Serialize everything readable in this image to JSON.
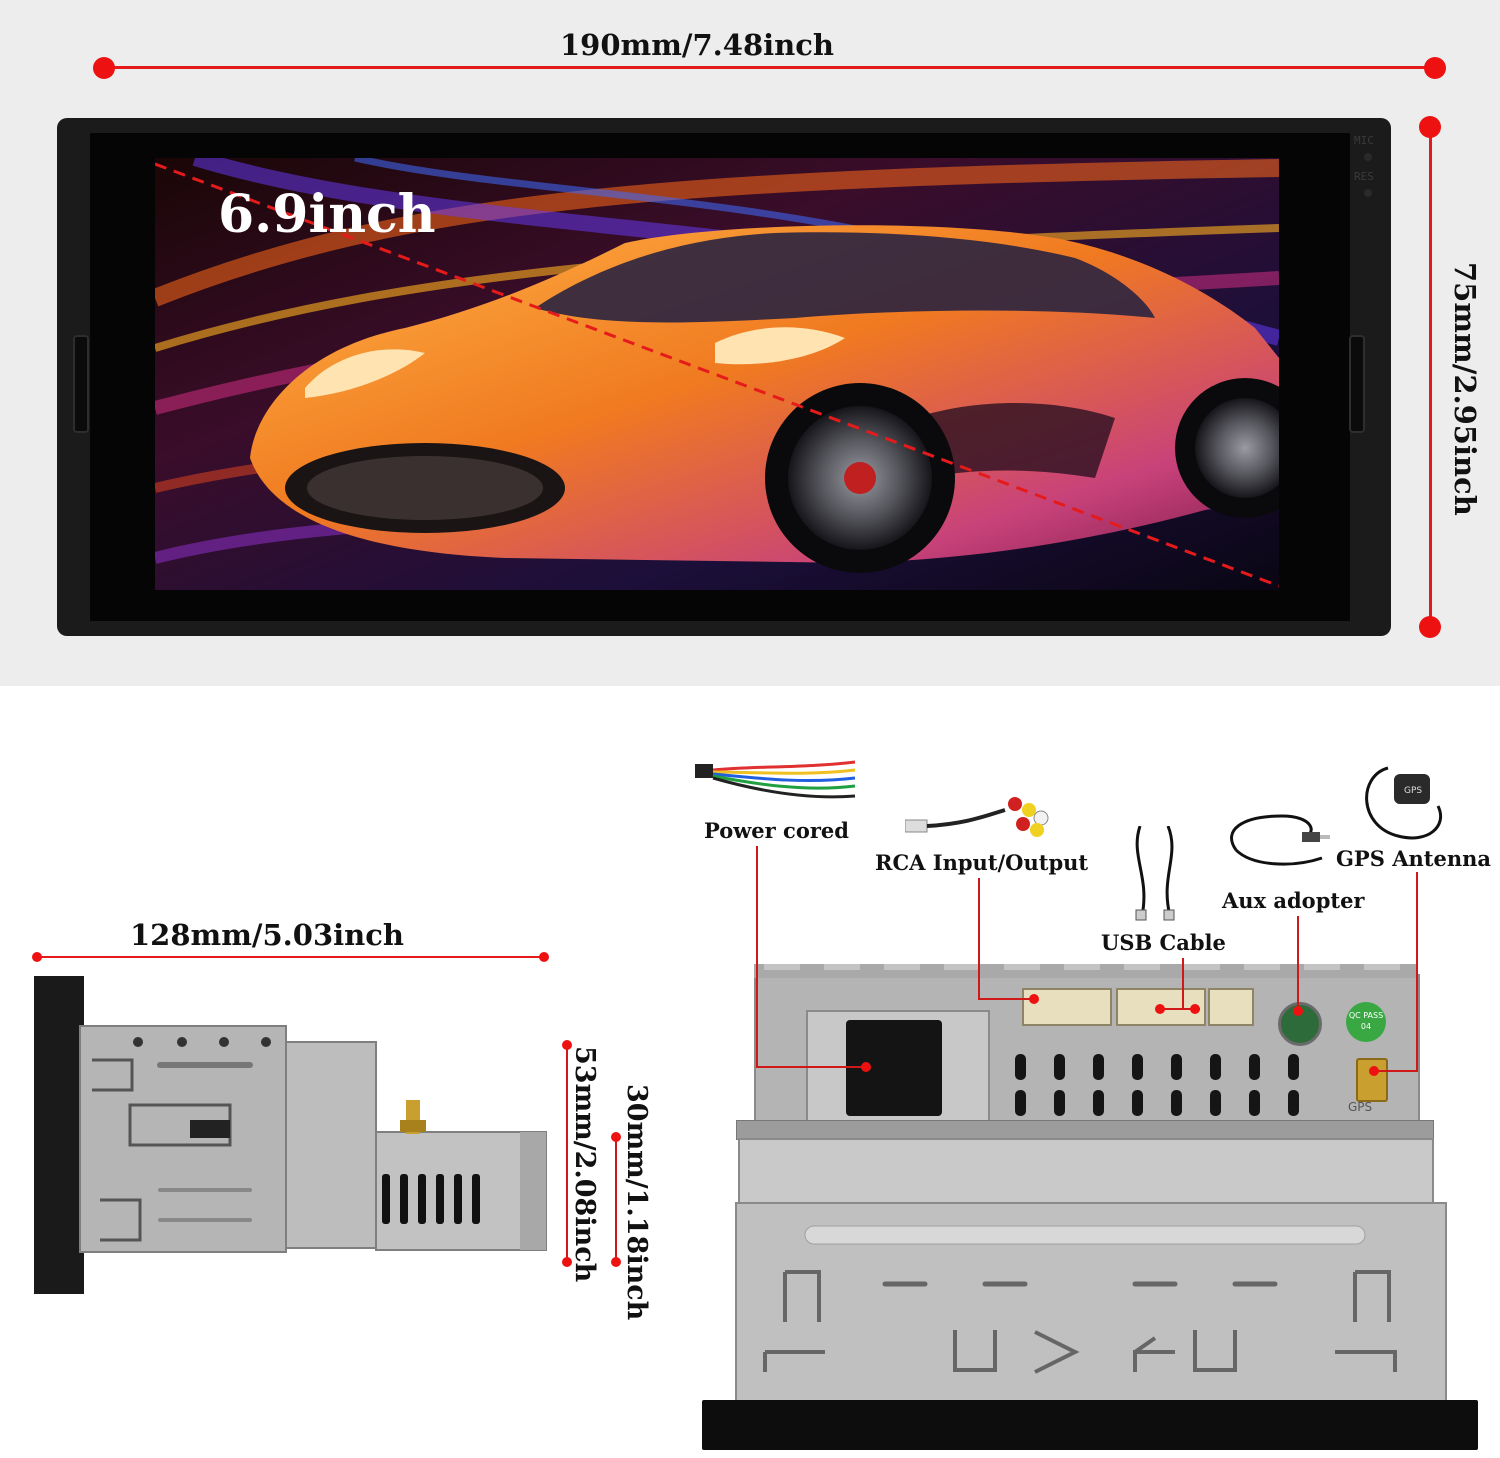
{
  "front": {
    "width_label": "190mm/7.48inch",
    "height_label": "75mm/2.95inch",
    "diagonal_label": "6.9inch",
    "bezel_marks": [
      "MIC",
      "RES"
    ]
  },
  "side": {
    "depth_label": "128mm/5.03inch",
    "height_label": "53mm/2.08inch",
    "step_label": "30mm/1.18inch"
  },
  "rear": {
    "accessories": {
      "power": "Power cored",
      "rca": "RCA Input/Output",
      "usb": "USB Cable",
      "aux": "Aux adopter",
      "gps": "GPS Antenna"
    },
    "qc_badge": "QC PASS 04",
    "gps_port": "GPS"
  },
  "colors": {
    "dimension_red": "#e51b1b",
    "bezel": "#1b1b1b",
    "chassis": "#b9b9b9",
    "car_orange": "#f07a20"
  }
}
